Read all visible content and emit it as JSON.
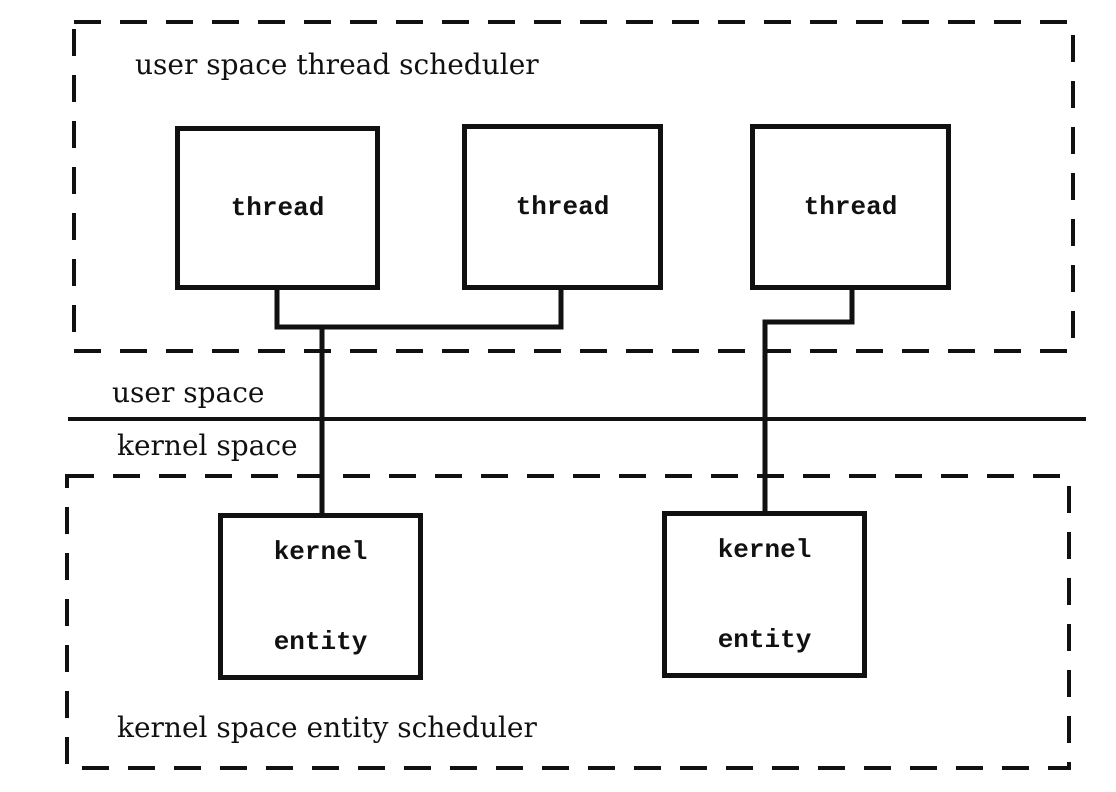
{
  "colors": {
    "line": "#111111",
    "background": "#ffffff",
    "text": "#111111"
  },
  "regions": {
    "user_space_scheduler": {
      "label": "user space thread scheduler"
    },
    "kernel_space_scheduler": {
      "label": "kernel space entity scheduler"
    }
  },
  "boundary": {
    "upper_label": "user space",
    "lower_label": "kernel space"
  },
  "threads": [
    {
      "label": "thread"
    },
    {
      "label": "thread"
    },
    {
      "label": "thread"
    }
  ],
  "kernel_entities": [
    {
      "lines": [
        "kernel",
        "entity"
      ]
    },
    {
      "lines": [
        "kernel",
        "entity"
      ]
    }
  ]
}
